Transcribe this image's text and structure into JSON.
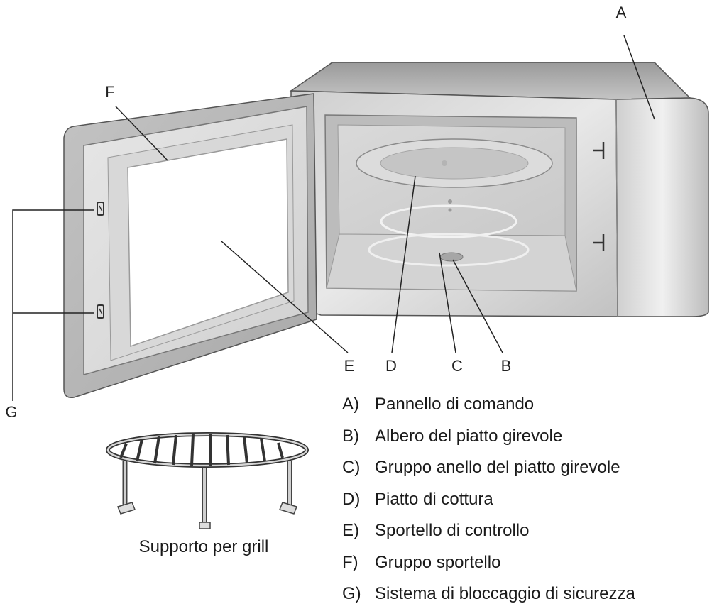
{
  "callouts": {
    "a": "A",
    "b": "B",
    "c": "C",
    "d": "D",
    "e": "E",
    "f": "F",
    "g": "G"
  },
  "legend": [
    {
      "key": "A)",
      "text": "Pannello di comando"
    },
    {
      "key": "B)",
      "text": "Albero del piatto girevole"
    },
    {
      "key": "C)",
      "text": "Gruppo anello del piatto girevole"
    },
    {
      "key": "D)",
      "text": "Piatto di cottura"
    },
    {
      "key": "E)",
      "text": "Sportello di controllo"
    },
    {
      "key": "F)",
      "text": "Gruppo sportello"
    },
    {
      "key": "G)",
      "text": "Sistema di bloccaggio di sicurezza"
    }
  ],
  "grill_caption": "Supporto per grill",
  "colors": {
    "body_light": "#e4e4e4",
    "body_mid": "#b9b9b9",
    "body_dark": "#8e8e8e",
    "line": "#333333"
  }
}
